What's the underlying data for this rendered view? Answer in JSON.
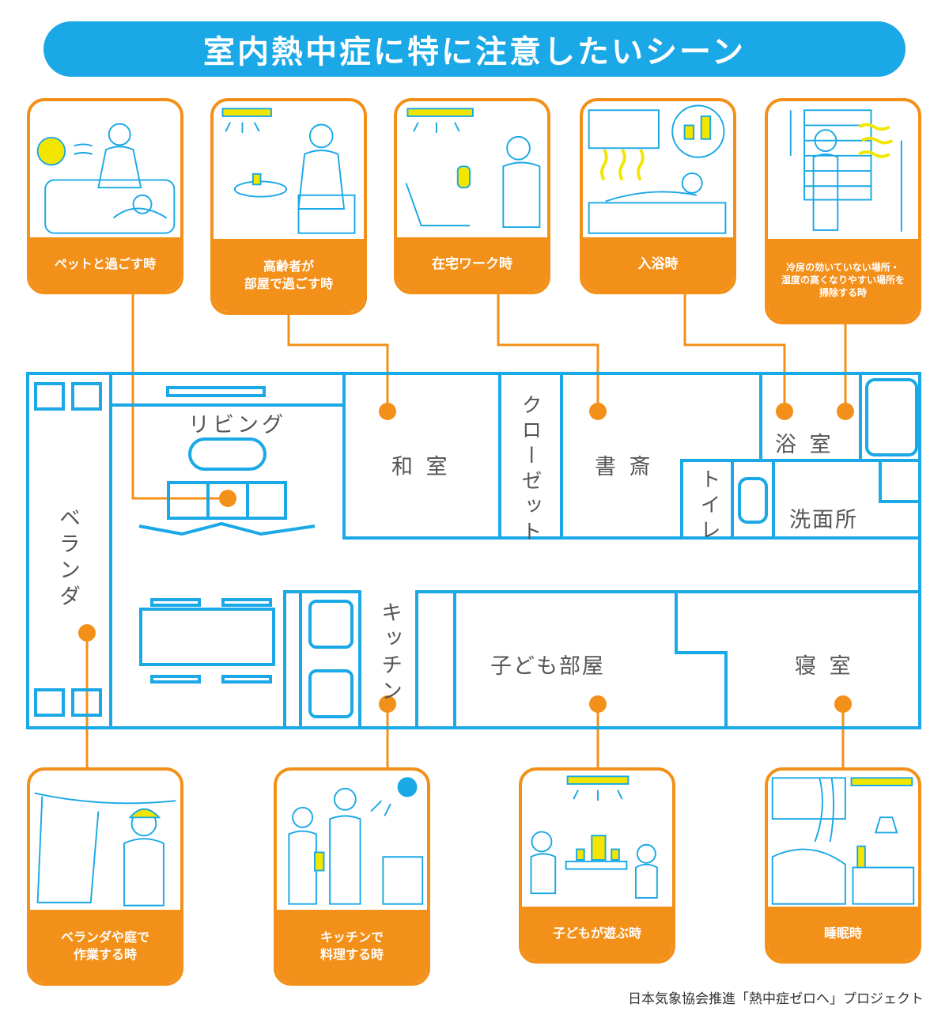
{
  "title": "室内熱中症に特に注意したいシーン",
  "scenes": {
    "pet": "ペットと過ごす時",
    "elderly": "高齢者が\n部屋で過ごす時",
    "remote": "在宅ワーク時",
    "bath": "入浴時",
    "cleaning": "冷房の効いていない場所・\n湿度の高くなりやすい場所を\n掃除する時",
    "veranda": "ベランダや庭で\n作業する時",
    "kitchen": "キッチンで\n料理する時",
    "kids": "子どもが遊ぶ時",
    "sleep": "睡眠時"
  },
  "rooms": {
    "living": "リビング",
    "washitsu": "和 室",
    "closet": "クローゼット",
    "study": "書 斎",
    "bathroom": "浴 室",
    "toilet": "トイレ",
    "washroom": "洗面所",
    "veranda": "ベランダ",
    "kitchen": "キッチン",
    "kids_room": "子ども部屋",
    "bedroom": "寝 室"
  },
  "credit": "日本気象協会推進「熱中症ゼロへ」プロジェクト",
  "colors": {
    "blue": "#1aa8e6",
    "orange": "#f39019"
  }
}
